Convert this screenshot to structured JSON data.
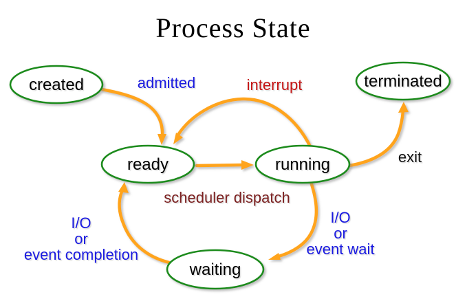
{
  "title": "Process State",
  "colors": {
    "state_border": "#1e8b1e",
    "arrow": "#ffa41f",
    "blue": "#1a1ae0",
    "red": "#c41414",
    "maroon": "#7b2020",
    "black": "#111111"
  },
  "states": [
    {
      "label": "created"
    },
    {
      "label": "ready"
    },
    {
      "label": "running"
    },
    {
      "label": "waiting"
    },
    {
      "label": "terminated"
    }
  ],
  "transitions": [
    {
      "label": "admitted",
      "from": "created",
      "to": "ready"
    },
    {
      "label": "interrupt",
      "from": "running",
      "to": "ready"
    },
    {
      "label": "scheduler dispatch",
      "from": "ready",
      "to": "running"
    },
    {
      "label": "exit",
      "from": "running",
      "to": "terminated"
    },
    {
      "lines": [
        "I/O",
        "or",
        "event wait"
      ],
      "from": "running",
      "to": "waiting"
    },
    {
      "lines": [
        "I/O",
        "or",
        "event completion"
      ],
      "from": "waiting",
      "to": "ready"
    }
  ]
}
